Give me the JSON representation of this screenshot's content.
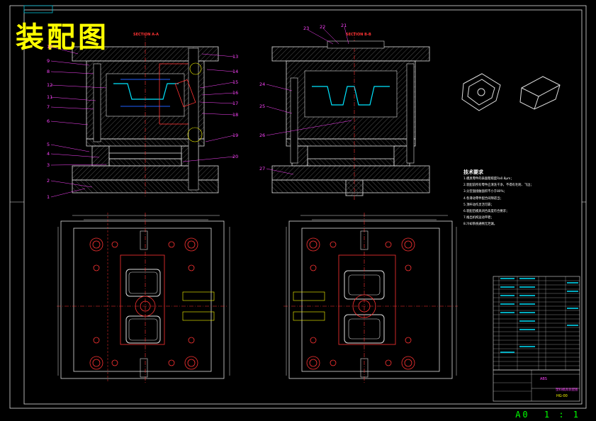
{
  "title": "装配图",
  "section_a": "SECTION A-A",
  "section_b": "SECTION B-B",
  "callouts_left": [
    "10",
    "9",
    "8",
    "12",
    "11",
    "7",
    "6",
    "5",
    "4",
    "3",
    "2",
    "1"
  ],
  "callouts_right": [
    "13",
    "14",
    "15",
    "16",
    "17",
    "18",
    "19",
    "20"
  ],
  "callouts_b_top": [
    "23",
    "22",
    "21"
  ],
  "callouts_b_left": [
    "24",
    "25",
    "26",
    "27"
  ],
  "notes_title": "技术要求",
  "notes": [
    "1.模具零件的表面粗糙度Ra0.8µm；",
    "2.装配前所有零件应清洗干净，不得有毛刺、飞边；",
    "3.分型面接触面积不小于80%；",
    "4.各滑动零件配合间隙适当；",
    "5.顶杆动作灵活可靠；",
    "6.装配后模具闭合高度符合要求；",
    "7.推出机构运动平稳；",
    "8.冷却系统通畅无泄漏。"
  ],
  "title_block": {
    "material": "ABS",
    "drawing_name": "塑料模具装配图",
    "code": "HG-00"
  },
  "status": {
    "paper": "A0",
    "scale": "1 : 1"
  }
}
